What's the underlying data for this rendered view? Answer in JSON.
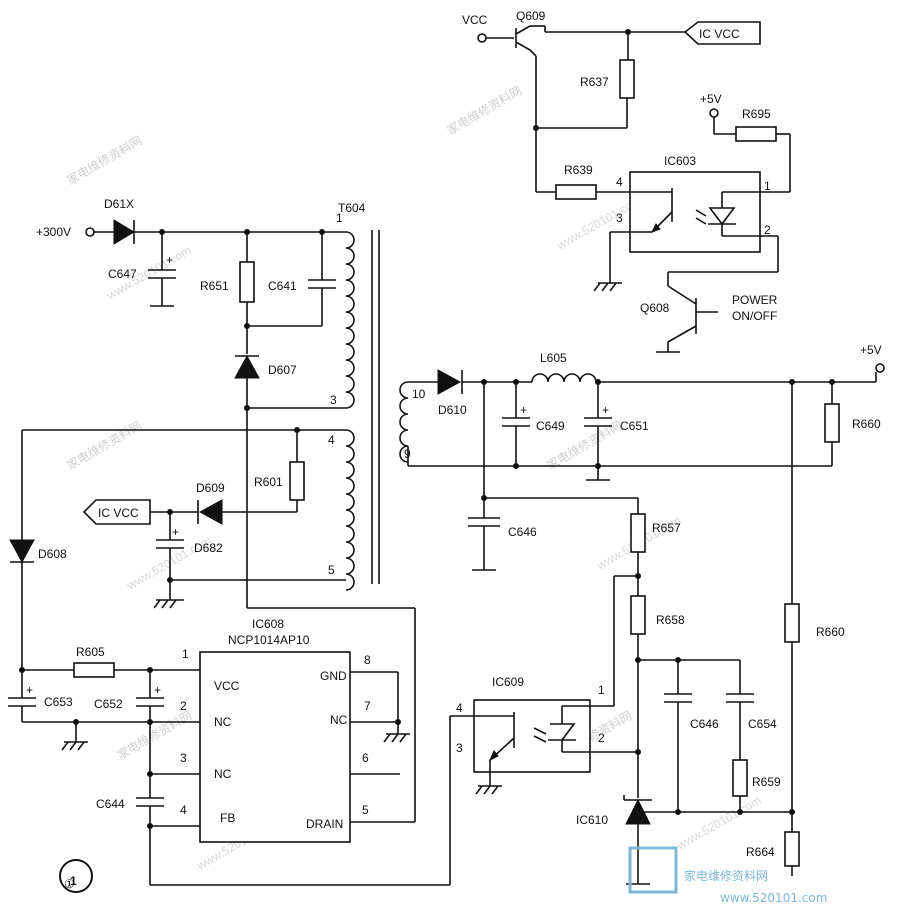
{
  "watermark": {
    "text_cn": "家电维修资料网",
    "text_url": "www.520101.com"
  },
  "logo": {
    "text": "家电维修资料网",
    "sub": "www.520101.com"
  },
  "figure_number": "①",
  "labels": {
    "vcc_in": "VCC",
    "q609": "Q609",
    "ic_vcc_out": "IC VCC",
    "r637": "R637",
    "plus5v_a": "+5V",
    "r695": "R695",
    "r639": "R639",
    "ic603": "IC603",
    "pin4_a": "4",
    "pin1_a": "1",
    "pin3_a": "3",
    "pin2_a": "2",
    "q608": "Q608",
    "power": "POWER",
    "onoff": "ON/OFF",
    "d61x": "D61X",
    "t604": "T604",
    "plus300v": "+300V",
    "c647": "C647",
    "r651": "R651",
    "c641": "C641",
    "t_pin1": "1",
    "d607": "D607",
    "t_pin3": "3",
    "t_pin4": "4",
    "t_pin5": "5",
    "t_pin10": "10",
    "t_pin9": "9",
    "d610": "D610",
    "l605": "L605",
    "c649": "C649",
    "c651": "C651",
    "plus5v_b": "+5V",
    "r660_top": "R660",
    "r601": "R601",
    "d609": "D609",
    "ic_vcc_in": "IC VCC",
    "d682": "D682",
    "d608": "D608",
    "c646_top": "C646",
    "r657": "R657",
    "ic608": "IC608",
    "ncp": "NCP1014AP10",
    "r605": "R605",
    "r658": "R658",
    "r660_mid": "R660",
    "c653": "C653",
    "c652": "C652",
    "ic_pin1": "1",
    "ic_pin2": "2",
    "ic_pin3": "3",
    "ic_pin4": "4",
    "ic_pin5": "5",
    "ic_pin6": "6",
    "ic_pin7": "7",
    "ic_pin8": "8",
    "ic_vcc": "VCC",
    "ic_nc2": "NC",
    "ic_nc3": "NC",
    "ic_fb": "FB",
    "ic_gnd": "GND",
    "ic_nc7": "NC",
    "ic_drain": "DRAIN",
    "ic609": "IC609",
    "opt_pin4": "4",
    "opt_pin3": "3",
    "opt_pin1": "1",
    "opt_pin2": "2",
    "c646_b": "C646",
    "c654": "C654",
    "r659": "R659",
    "c644": "C644",
    "ic610": "IC610",
    "r664": "R664"
  }
}
